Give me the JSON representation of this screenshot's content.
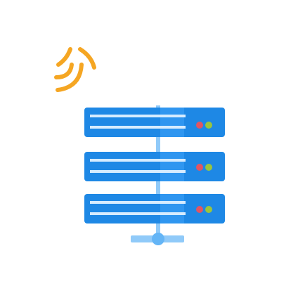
{
  "illustration": {
    "icon": "server-rack-icon",
    "signal_icon": "wifi-signal-icon",
    "network_icon": "network-connector-icon",
    "colors": {
      "background": "#ffffff",
      "server_body": "#1e88e5",
      "server_body_light": "#2f96f0",
      "server_shade": "#1565c0",
      "server_highlight": "#d6ecff",
      "led_red": "#e25563",
      "led_green": "#9bc53d",
      "connector": "#90caf9",
      "signal": "#f5a623"
    },
    "server_units": [
      {
        "name": "server-unit-1"
      },
      {
        "name": "server-unit-2"
      },
      {
        "name": "server-unit-3"
      }
    ]
  }
}
